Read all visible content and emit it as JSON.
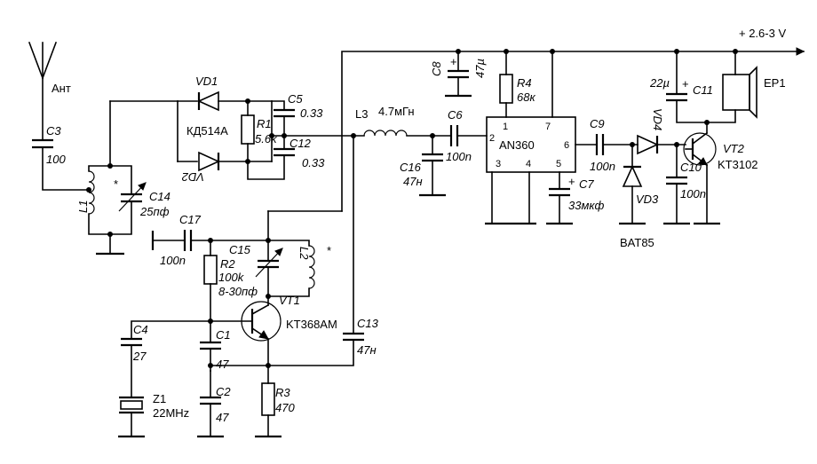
{
  "supply": "+ 2.6-3 V",
  "antenna": "Ант",
  "c3": {
    "ref": "C3",
    "val": "100"
  },
  "l1": {
    "ref": "L1",
    "mark": "*"
  },
  "c14": {
    "ref": "C14",
    "val": "25пф"
  },
  "vd1": {
    "ref": "VD1"
  },
  "vd_type": "КД514А",
  "vd2": {
    "ref": "VD2"
  },
  "r1": {
    "ref": "R1",
    "val": "5.6k"
  },
  "c5": {
    "ref": "C5",
    "val": "0.33"
  },
  "c12": {
    "ref": "C12",
    "val": "0.33"
  },
  "l3": {
    "ref": "L3",
    "val": "4.7мГн"
  },
  "c6": {
    "ref": "C6",
    "val": "100n"
  },
  "c16": {
    "ref": "C16",
    "val": "47н"
  },
  "c8": {
    "ref": "C8",
    "val": "47µ",
    "pol": "+"
  },
  "r4": {
    "ref": "R4",
    "val": "68к"
  },
  "ic": {
    "ref": "AN360",
    "pins": [
      "1",
      "7",
      "2",
      "6",
      "3",
      "4",
      "5"
    ]
  },
  "c7": {
    "ref": "C7",
    "val": "33мкф",
    "pol": "+"
  },
  "c9": {
    "ref": "C9",
    "val": "100n"
  },
  "vd4": {
    "ref": "VD4"
  },
  "vd3": {
    "ref": "VD3"
  },
  "bat85": "BAT85",
  "c11": {
    "ref": "C11",
    "val": "22µ",
    "pol": "+"
  },
  "c10": {
    "ref": "C10",
    "val": "100n"
  },
  "vt2": {
    "ref": "VT2",
    "type": "KT3102"
  },
  "ep1": {
    "ref": "EP1"
  },
  "c17": {
    "ref": "C17",
    "val": "100n"
  },
  "r2": {
    "ref": "R2",
    "val": "100k"
  },
  "c15": {
    "ref": "C15",
    "val": "8-30пф"
  },
  "l2": {
    "ref": "L2",
    "mark": "*"
  },
  "vt1": {
    "ref": "VT1",
    "type": "KT368AM"
  },
  "c13": {
    "ref": "C13",
    "val": "47н"
  },
  "c4": {
    "ref": "C4",
    "val": "27"
  },
  "c1": {
    "ref": "C1",
    "val": "47"
  },
  "c2": {
    "ref": "C2",
    "val": "47"
  },
  "z1": {
    "ref": "Z1",
    "val": "22MHz"
  },
  "r3": {
    "ref": "R3",
    "val": "470"
  }
}
